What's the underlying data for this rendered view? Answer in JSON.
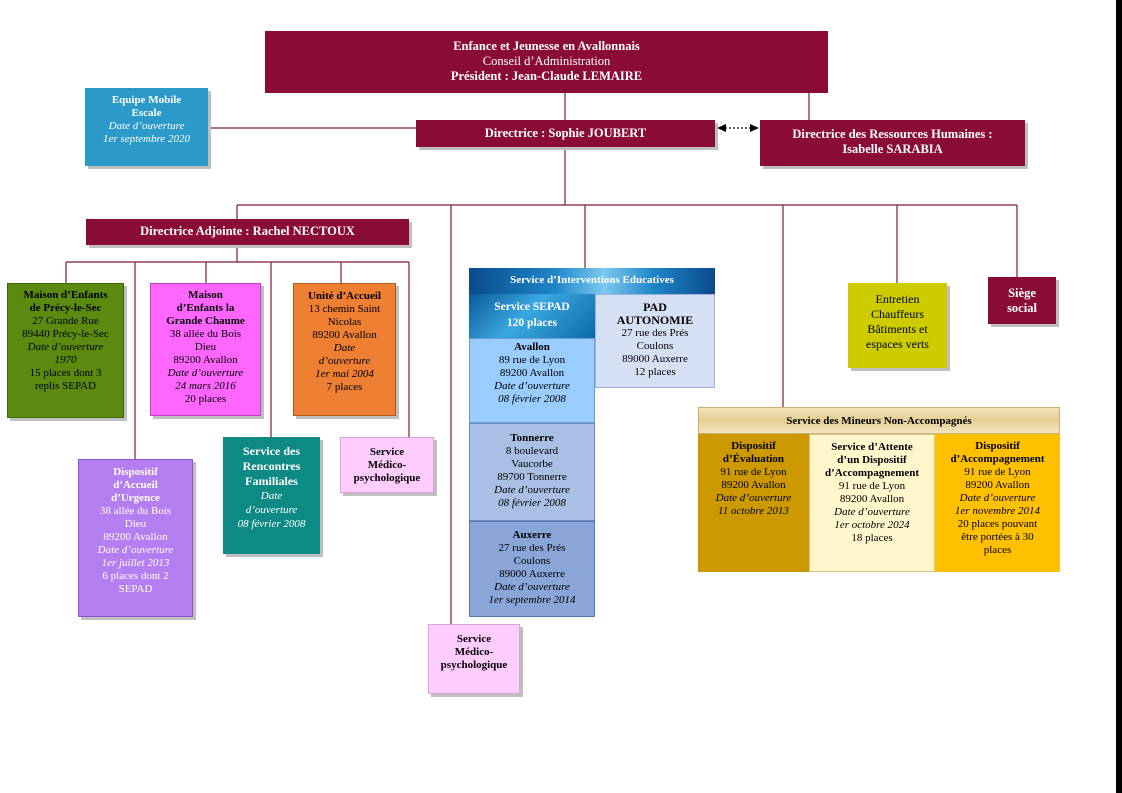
{
  "board": {
    "title": "Enfance et Jeunesse en Avallonnais",
    "subtitle": "Conseil d’Administration",
    "president": "Président : Jean-Claude LEMAIRE"
  },
  "director": "Directrice : Sophie JOUBERT",
  "hr_director": [
    "Directrice des Ressources Humaines :",
    "Isabelle SARABIA"
  ],
  "mobile_team": {
    "name": [
      "Equipe Mobile",
      "Escale"
    ],
    "opening_label": "Date d’ouverture",
    "opening_date": "1er septembre 2020"
  },
  "deputy": "Directrice Adjointe : Rachel NECTOUX",
  "precy": {
    "name": [
      "Maison d’Enfants",
      "de Précy-le-Sec"
    ],
    "address": [
      "27 Grande Rue",
      "89440 Précy-le-Sec"
    ],
    "opening": [
      "Date d’ouverture",
      "1970"
    ],
    "capacity": [
      "15 places dont 3",
      "replis SEPAD"
    ]
  },
  "grande_chaume": {
    "name": [
      "Maison",
      "d’Enfants la",
      "Grande Chaume"
    ],
    "address": [
      "38 allée du Bois",
      "Dieu",
      "89200 Avallon"
    ],
    "opening": [
      "Date d’ouverture",
      "24 mars 2016"
    ],
    "capacity": "20 places"
  },
  "unite_accueil": {
    "name": "Unité d’Accueil",
    "address": [
      "13 chemin Saint",
      "Nicolas",
      "89200 Avallon"
    ],
    "opening": [
      "Date",
      "d’ouverture",
      "1er mai 2004"
    ],
    "capacity": "7 places"
  },
  "urgence": {
    "name": [
      "Dispositif",
      "d’Accueil",
      "d’Urgence"
    ],
    "address": [
      "38 allée du Bois",
      "Dieu",
      "89200 Avallon"
    ],
    "opening": [
      "Date d’ouverture",
      "1er juillet 2013"
    ],
    "capacity": [
      "6 places dont 2",
      "SEPAD"
    ]
  },
  "rencontres": {
    "name": [
      "Service des",
      "Rencontres",
      "Familiales"
    ],
    "opening": [
      "Date",
      "d’ouverture",
      "08 février 2008"
    ]
  },
  "medico_left": [
    "Service",
    "Médico-",
    "psychologique"
  ],
  "medico_center": [
    "Service",
    "Médico-",
    "psychologique"
  ],
  "sie": {
    "title": "Service d’Interventions Educatives",
    "sepad": [
      "Service SEPAD",
      "120 places"
    ],
    "avallon": {
      "name": "Avallon",
      "address": [
        "89 rue de Lyon",
        "89200 Avallon"
      ],
      "opening": [
        "Date d’ouverture",
        "08 février 2008"
      ]
    },
    "tonnerre": {
      "name": "Tonnerre",
      "address": [
        "8 boulevard",
        "Vaucorbe",
        "89700 Tonnerre"
      ],
      "opening": [
        "Date d’ouverture",
        "08 février 2008"
      ]
    },
    "auxerre": {
      "name": "Auxerre",
      "address": [
        "27 rue des Prés",
        "Coulons",
        "89000 Auxerre"
      ],
      "opening": [
        "Date d’ouverture",
        "1er septembre 2014"
      ]
    },
    "pad": {
      "name": [
        "PAD",
        "AUTONOMIE"
      ],
      "address": [
        "27 rue des Prés",
        "Coulons",
        "89000 Auxerre"
      ],
      "capacity": "12 places"
    }
  },
  "entretien": [
    "Entretien",
    "Chauffeurs",
    "Bâtiments et",
    "espaces verts"
  ],
  "siege": [
    "Siège",
    "social"
  ],
  "smna": {
    "title": "Service des Mineurs Non-Accompagnés",
    "evaluation": {
      "name": [
        "Dispositif",
        "d’Évaluation"
      ],
      "address": [
        "91 rue de Lyon",
        "89200 Avallon"
      ],
      "opening": [
        "Date d’ouverture",
        "11 octobre 2013"
      ]
    },
    "attente": {
      "name": [
        "Service d’Attente",
        "d’un Dispositif",
        "d’Accompagnement"
      ],
      "address": [
        "91 rue de Lyon",
        "89200 Avallon"
      ],
      "opening": [
        "Date d’ouverture",
        "1er octobre 2024"
      ],
      "capacity": "18 places"
    },
    "accompagnement": {
      "name": [
        "Dispositif",
        "d’Accompagnement"
      ],
      "address": [
        "91 rue de Lyon",
        "89200 Avallon"
      ],
      "opening": [
        "Date d’ouverture",
        "1er novembre 2014"
      ],
      "capacity": [
        "20 places pouvant",
        "être portées à 30",
        "places"
      ]
    }
  },
  "colors": {
    "maroon": "#8a0c35",
    "line": "#7a1a3a",
    "teal_blue": "#2b9ac9",
    "green": "#5a8a10",
    "magenta": "#ff66ff",
    "orange": "#ee7f33",
    "purple": "#b47ef0",
    "teal": "#0e8a84",
    "pink": "#ffccff",
    "sky": "#99ccff",
    "steel_light": "#a9c0e4",
    "steel": "#8aa6d8",
    "lavender": "#d6e0f4",
    "lime": "#cccc00",
    "gold_dark": "#cc9900",
    "cream": "#fff6cc",
    "gold": "#ffc000"
  }
}
